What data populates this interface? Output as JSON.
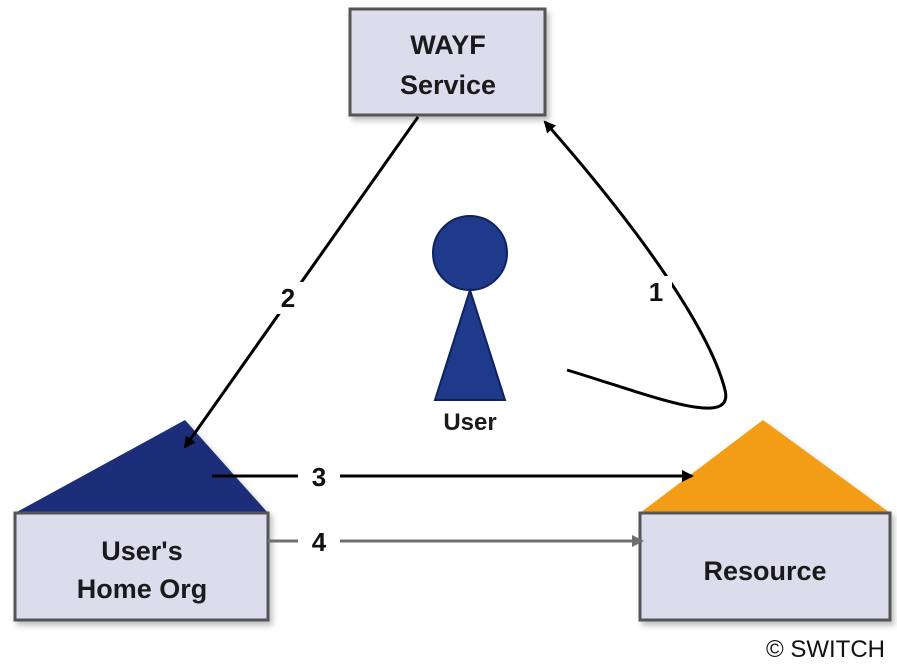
{
  "colors": {
    "box_fill": "#dcdcec",
    "box_stroke": "#555555",
    "home_roof": "#1b2f7a",
    "resource_roof": "#f39c12",
    "user_figure": "#1f3a8a",
    "arrow_dark": "#000000",
    "arrow_gray": "#6e6e6e"
  },
  "nodes": {
    "wayf": {
      "line1": "WAYF",
      "line2": "Service"
    },
    "home_org": {
      "line1": "User's",
      "line2": "Home Org"
    },
    "resource": {
      "label": "Resource"
    },
    "user": {
      "label": "User"
    }
  },
  "steps": [
    {
      "id": "1",
      "label": "1"
    },
    {
      "id": "2",
      "label": "2"
    },
    {
      "id": "3",
      "label": "3"
    },
    {
      "id": "4",
      "label": "4"
    }
  ],
  "copyright": "© SWITCH"
}
